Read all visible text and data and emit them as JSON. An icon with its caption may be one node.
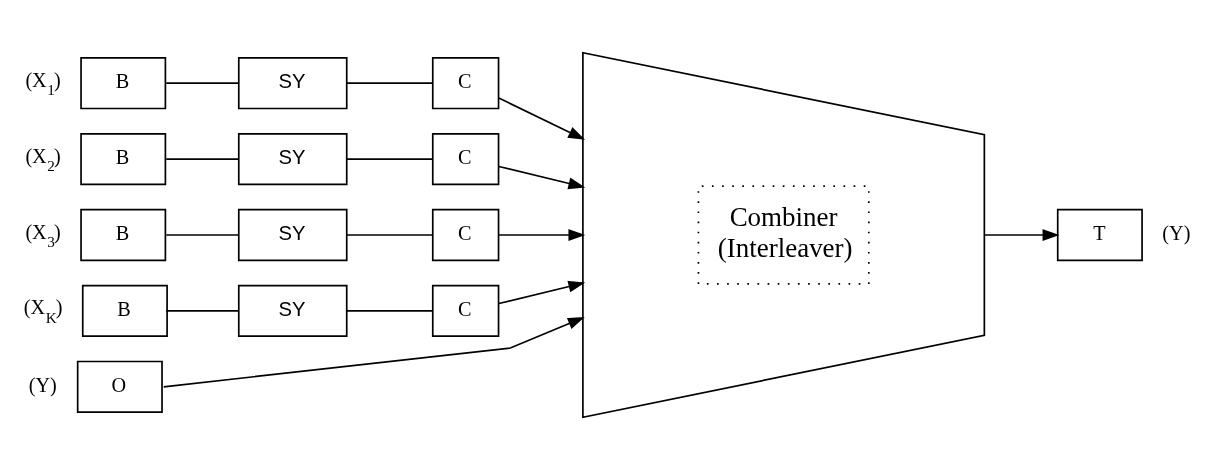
{
  "diagram": {
    "nodes": [
      {
        "text": [
          "B"
        ],
        "beside": [
          "(X$_{1}$)"
        ]
      },
      {
        "text": [
          "SY"
        ]
      },
      {
        "text": [
          "C"
        ]
      },
      {
        "text": [
          "B"
        ],
        "beside": [
          "(X$_{2}$)"
        ]
      },
      {
        "text": [
          "SY"
        ]
      },
      {
        "text": [
          "C"
        ]
      },
      {
        "text": [
          "B"
        ],
        "beside": [
          "(X$_{3}$)"
        ]
      },
      {
        "text": [
          "SY"
        ]
      },
      {
        "text": [
          "C"
        ]
      },
      {
        "text": [
          "B"
        ],
        "beside": [
          "(X$_{K}$)"
        ]
      },
      {
        "text": [
          "SY"
        ]
      },
      {
        "text": [
          "C"
        ]
      },
      {
        "text": [
          "O"
        ],
        "beside": [
          "(Y)"
        ]
      },
      {
        "text": [
          "Combiner (Interleaver)"
        ]
      },
      {
        "text": [
          "T"
        ],
        "beside": [
          "(Y)"
        ]
      }
    ],
    "edges": [
      {
        "from": 0,
        "to": 1,
        "arrow": "none"
      },
      {
        "from": 1,
        "to": 2,
        "arrow": "none"
      },
      {
        "from": 2,
        "to": 13,
        "arrow": "to"
      },
      {
        "from": 3,
        "to": 4,
        "arrow": "none"
      },
      {
        "from": 4,
        "to": 5,
        "arrow": "none"
      },
      {
        "from": 5,
        "to": 13,
        "arrow": "to"
      },
      {
        "from": 6,
        "to": 7,
        "arrow": "none"
      },
      {
        "from": 7,
        "to": 8,
        "arrow": "none"
      },
      {
        "from": 8,
        "to": 13,
        "arrow": "to"
      },
      {
        "from": 9,
        "to": 10,
        "arrow": "none"
      },
      {
        "from": 10,
        "to": 11,
        "arrow": "none"
      },
      {
        "from": 11,
        "to": 13,
        "arrow": "to"
      },
      {
        "from": 12,
        "to": 13,
        "arrow": "to"
      },
      {
        "from": 13,
        "to": 14,
        "arrow": "to"
      }
    ]
  }
}
